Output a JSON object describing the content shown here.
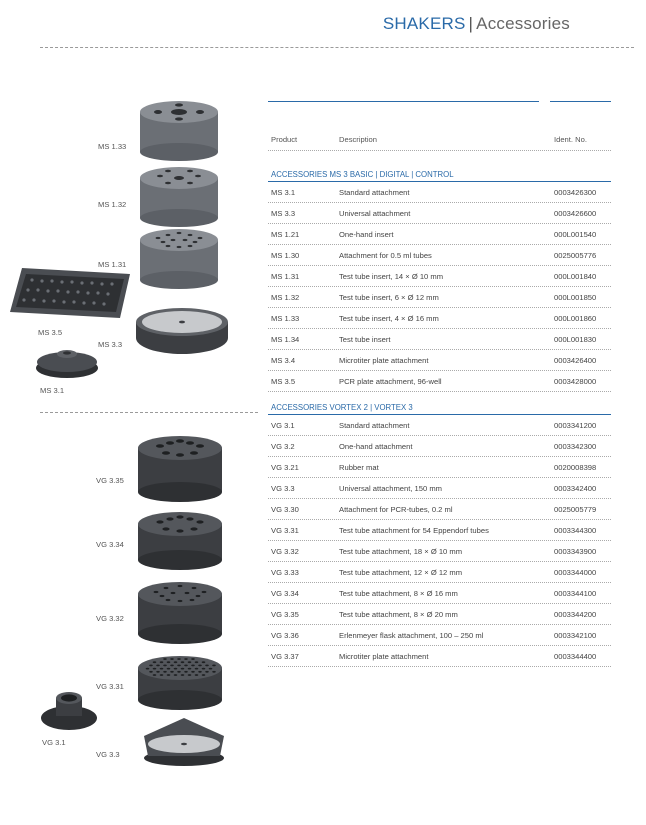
{
  "header": {
    "title_primary": "SHAKERS",
    "separator": "|",
    "title_secondary": "Accessories"
  },
  "table": {
    "columns": [
      "Product",
      "Description",
      "Ident. No."
    ],
    "section_ms": {
      "title": "ACCESSORIES MS 3 BASIC | DIGITAL | CONTROL",
      "rows": [
        [
          "MS 3.1",
          "Standard attachment",
          "0003426300"
        ],
        [
          "MS 3.3",
          "Universal attachment",
          "0003426600"
        ],
        [
          "MS 1.21",
          "One-hand insert",
          "000L001540"
        ],
        [
          "MS 1.30",
          "Attachment for 0.5 ml tubes",
          "0025005776"
        ],
        [
          "MS 1.31",
          "Test tube insert, 14 × Ø 10 mm",
          "000L001840"
        ],
        [
          "MS 1.32",
          "Test tube insert, 6 × Ø 12 mm",
          "000L001850"
        ],
        [
          "MS 1.33",
          "Test tube insert, 4 × Ø 16 mm",
          "000L001860"
        ],
        [
          "MS 1.34",
          "Test tube insert",
          "000L001830"
        ],
        [
          "MS 3.4",
          "Microtiter plate attachment",
          "0003426400"
        ],
        [
          "MS 3.5",
          "PCR plate attachment, 96-well",
          "0003428000"
        ]
      ]
    },
    "section_vg": {
      "title": "ACCESSORIES VORTEX 2 | VORTEX 3",
      "rows": [
        [
          "VG 3.1",
          "Standard attachment",
          "0003341200"
        ],
        [
          "VG 3.2",
          "One-hand attachment",
          "0003342300"
        ],
        [
          "VG 3.21",
          "Rubber mat",
          "0020008398"
        ],
        [
          "VG 3.3",
          "Universal attachment, 150 mm",
          "0003342400"
        ],
        [
          "VG 3.30",
          "Attachment for PCR-tubes, 0.2 ml",
          "0025005779"
        ],
        [
          "VG 3.31",
          "Test tube attachment for 54 Eppendorf tubes",
          "0003344300"
        ],
        [
          "VG 3.32",
          "Test tube attachment, 18 × Ø 10 mm",
          "0003343900"
        ],
        [
          "VG 3.33",
          "Test tube attachment, 12 × Ø 12 mm",
          "0003344000"
        ],
        [
          "VG 3.34",
          "Test tube attachment, 8 × Ø 16 mm",
          "0003344100"
        ],
        [
          "VG 3.35",
          "Test tube attachment, 8 × Ø 20 mm",
          "0003344200"
        ],
        [
          "VG 3.36",
          "Erlenmeyer flask attachment, 100 – 250 ml",
          "0003342100"
        ],
        [
          "VG 3.37",
          "Microtiter plate attachment",
          "0003344400"
        ]
      ]
    }
  },
  "labels": {
    "ms133": "MS 1.33",
    "ms132": "MS 1.32",
    "ms131": "MS 1.31",
    "ms35": "MS 3.5",
    "ms33": "MS 3.3",
    "ms31": "MS 3.1",
    "vg335": "VG 3.35",
    "vg334": "VG 3.34",
    "vg332": "VG 3.32",
    "vg331": "VG 3.31",
    "vg31": "VG 3.1",
    "vg33": "VG 3.3"
  },
  "colors": {
    "accent": "#2a6aa8",
    "product_grey": "#6b6f75",
    "product_dark": "#3c3e42"
  }
}
